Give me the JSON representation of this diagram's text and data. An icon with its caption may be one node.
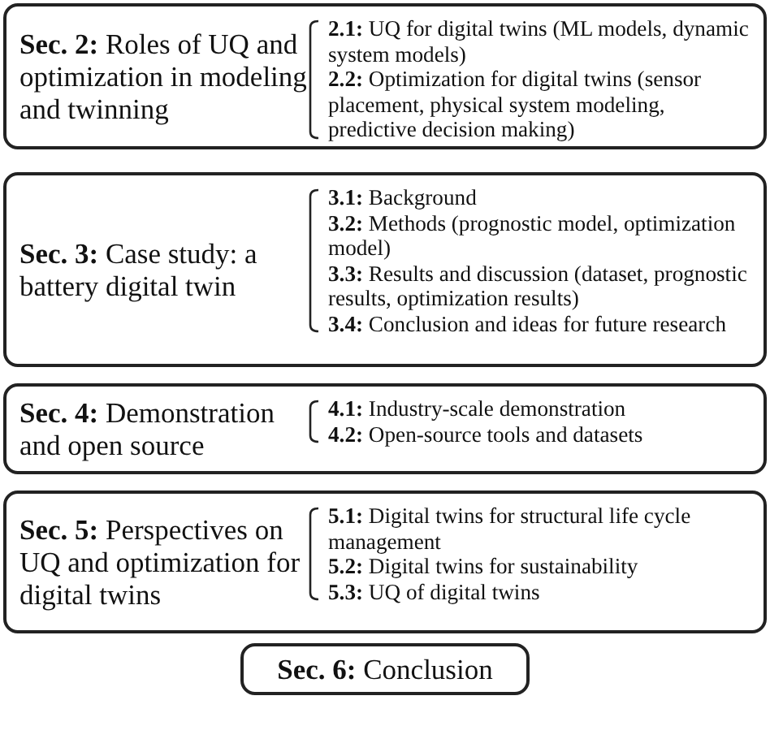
{
  "diagram": {
    "nodes": [
      {
        "text": [
          "**Sec. 2:** Roles of UQ and optimization in modeling and twinning",
          "**2.1:** UQ for digital twins (ML models, dynamic system models)",
          "**2.2:** Optimization for digital twins (sensor placement, physical system modeling, predictive decision making)"
        ]
      },
      {
        "text": [
          "**Sec. 3:** Case study: a battery digital twin",
          "**3.1:** Background",
          "**3.2:** Methods (prognostic model, optimization model)",
          "**3.3:** Results and discussion (dataset, prognostic results, optimization results)",
          "**3.4:** Conclusion and ideas for future research"
        ]
      },
      {
        "text": [
          "**Sec. 4:** Demonstration and open source",
          "**4.1:** Industry-scale demonstration",
          "**4.2:** Open-source tools and datasets"
        ]
      },
      {
        "text": [
          "**Sec. 5:** Perspectives on UQ and optimization for digital twins",
          "**5.1:** Digital twins for structural life cycle management",
          "**5.2:** Digital twins for sustainability",
          "**5.3:** UQ of digital twins"
        ]
      },
      {
        "text": [
          "**Sec. 6:** Conclusion"
        ]
      }
    ],
    "edges": []
  }
}
